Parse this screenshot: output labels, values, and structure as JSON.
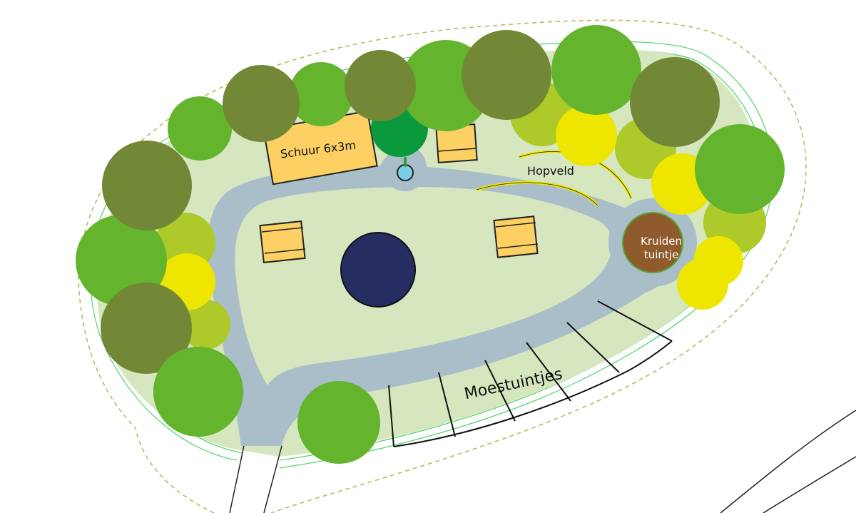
{
  "labels": {
    "shed": "Schuur 6x3m",
    "hop_field": "Hopveld",
    "herb_garden_line1": "Kruiden",
    "herb_garden_line2": "tuintje",
    "vegetable_plots": "Moestuintjes"
  },
  "colors": {
    "lawn": "#d6e6bf",
    "path": "#a9bec9",
    "pond": "#262d63",
    "bench": "#fcd062",
    "herb_garden": "#8f5a2c",
    "fountain": "#7ccde8",
    "tree_dark_olive": "#728836",
    "tree_green": "#64b42e",
    "tree_lime": "#adc92a",
    "tree_yellow": "#eee600",
    "tree_conifer": "#0b9a3b",
    "hedge_line": "#4fd36b",
    "boundary_dashed": "#b9b25a"
  }
}
